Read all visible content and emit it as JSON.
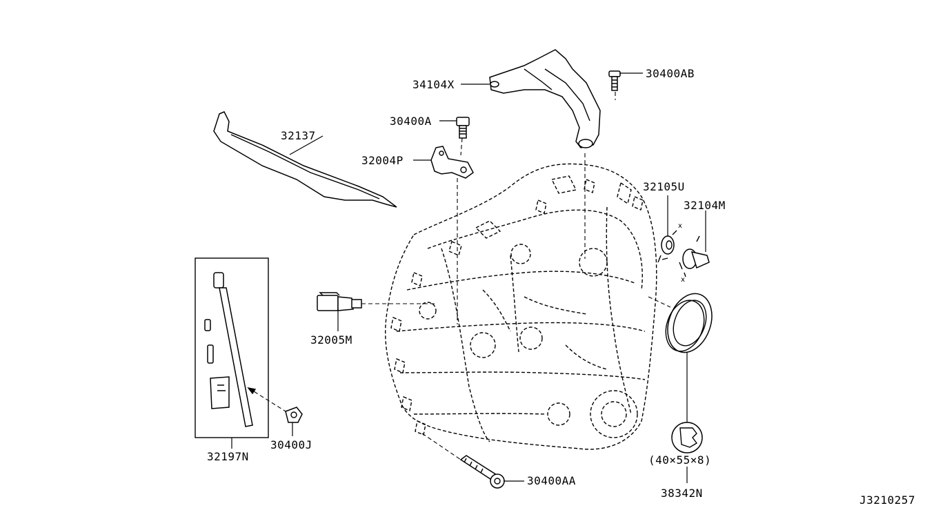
{
  "diagram": {
    "drawing_id": "J3210257",
    "callouts": [
      {
        "part_no": "34104X"
      },
      {
        "part_no": "30400AB"
      },
      {
        "part_no": "30400A"
      },
      {
        "part_no": "32137"
      },
      {
        "part_no": "32004P"
      },
      {
        "part_no": "32105U"
      },
      {
        "part_no": "32104M"
      },
      {
        "part_no": "32005M"
      },
      {
        "part_no": "32197N"
      },
      {
        "part_no": "30400J"
      },
      {
        "part_no": "30400AA"
      },
      {
        "part_no": "38342N"
      }
    ],
    "seal_size": "(40×55×8)"
  }
}
